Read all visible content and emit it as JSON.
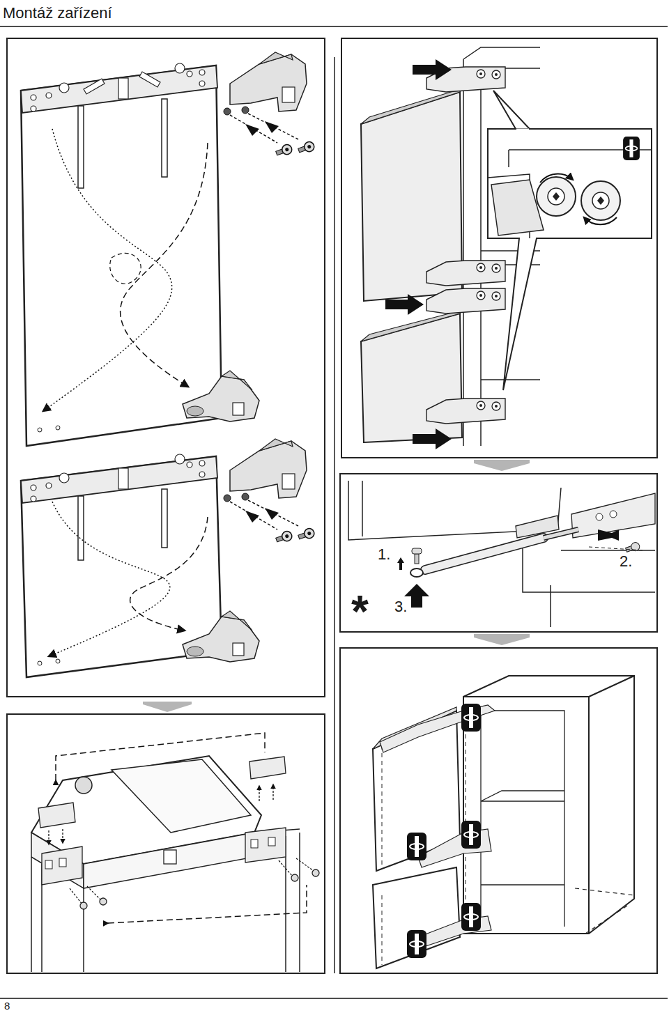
{
  "diagram": {
    "title": "Montáž zařízení",
    "labels": [
      "1.",
      "2.",
      "3.",
      "*",
      "8"
    ]
  }
}
